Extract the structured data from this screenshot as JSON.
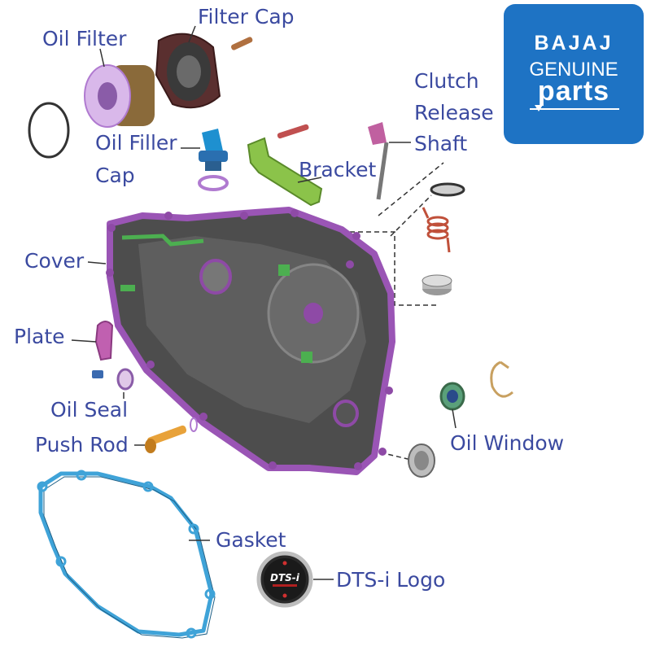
{
  "labels": {
    "filter_cap": "Filter Cap",
    "oil_filter": "Oil Filter",
    "oil_filler_cap_l1": "Oil Filler",
    "oil_filler_cap_l2": "Cap",
    "clutch_l1": "Clutch",
    "clutch_l2": "Release",
    "clutch_l3": "Shaft",
    "bracket": "Bracket",
    "cover": "Cover",
    "plate": "Plate",
    "oil_seal": "Oil Seal",
    "push_rod": "Push Rod",
    "oil_window": "Oil Window",
    "gasket": "Gasket",
    "dtsi_logo": "DTS-i Logo"
  },
  "badge": {
    "brand": "BAJAJ",
    "line2": "GENUINE",
    "line3": "parts"
  },
  "logo_text": "DTS-i",
  "colors": {
    "label": "#3b4aa0",
    "badge_bg": "#1e73c4",
    "cover_body": "#4a4a4a",
    "cover_outline": "#8e4aa6",
    "gasket": "#3fa3d8",
    "green_part": "#7cc143",
    "orange_part": "#e8a23a"
  }
}
